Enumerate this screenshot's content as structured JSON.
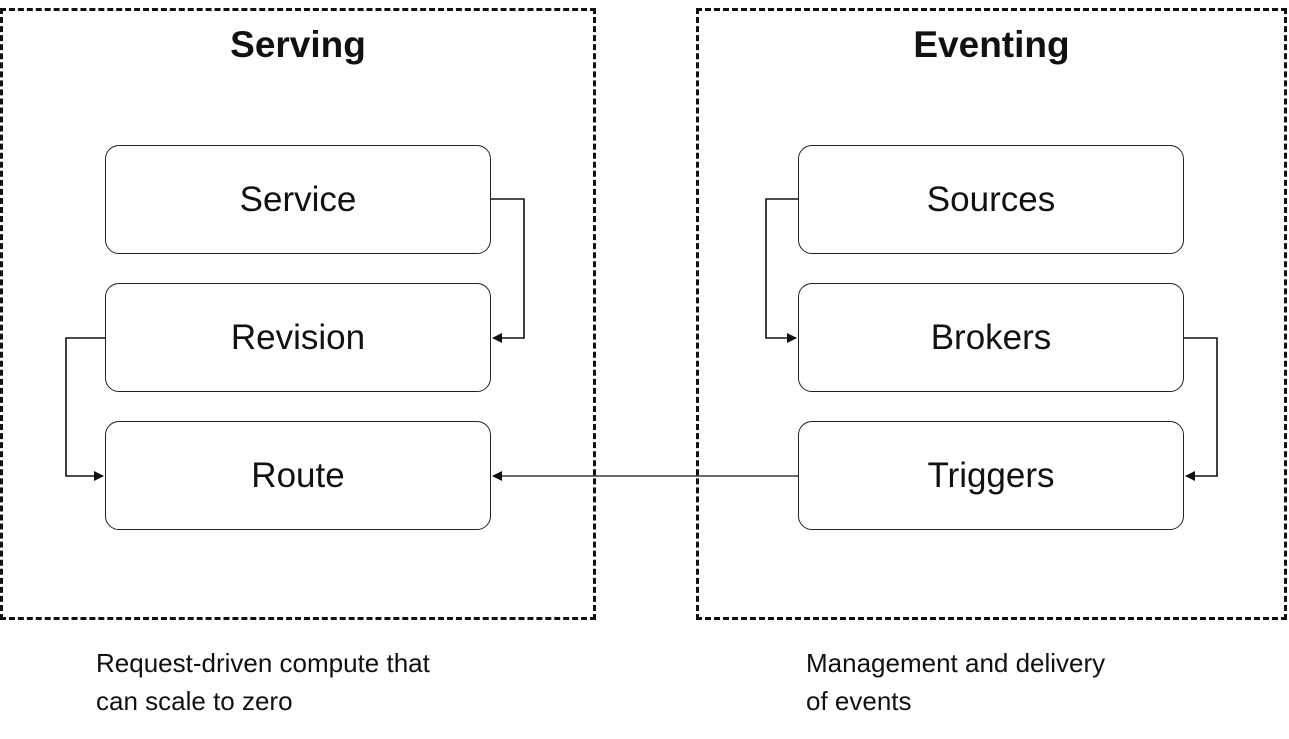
{
  "serving": {
    "title": "Serving",
    "nodes": {
      "service": "Service",
      "revision": "Revision",
      "route": "Route"
    },
    "caption_line1": "Request-driven compute that",
    "caption_line2": "can scale to zero"
  },
  "eventing": {
    "title": "Eventing",
    "nodes": {
      "sources": "Sources",
      "brokers": "Brokers",
      "triggers": "Triggers"
    },
    "caption_line1": "Management and delivery",
    "caption_line2": "of events"
  },
  "colors": {
    "line": "#111111",
    "background": "#ffffff"
  }
}
